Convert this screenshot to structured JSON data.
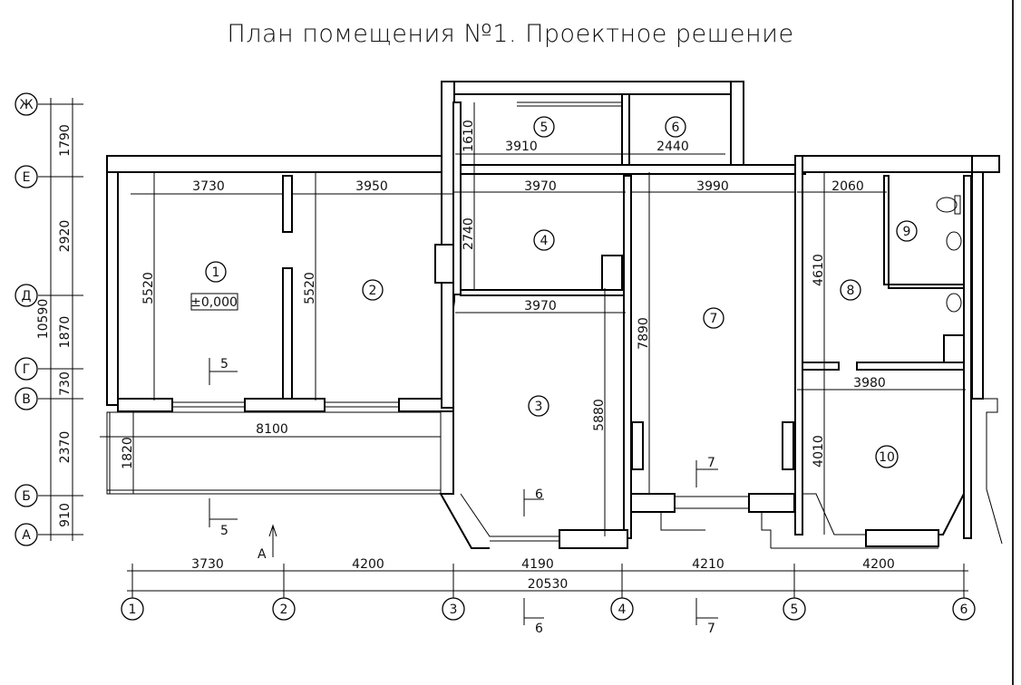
{
  "title": "План помещения №1.  Проектное решение",
  "rooms": [
    "1",
    "2",
    "3",
    "4",
    "5",
    "6",
    "7",
    "8",
    "9",
    "10"
  ],
  "level_mark": "±0,000",
  "room_dims": {
    "r1_w": "3730",
    "r1_h": "5520",
    "r2_w": "3950",
    "r2_h": "5520",
    "r5_w": "3910",
    "r56_h": "1610",
    "r6_w": "2440",
    "r4_w": "3970",
    "r4_h": "2740",
    "r3_w": "3970",
    "r3_h": "5880",
    "r7_w": "3990",
    "r7_h": "7890",
    "r8_w": "2060",
    "r8_h": "4610",
    "r10_w": "3980",
    "r10_h": "4010",
    "balcony_w": "8100",
    "balcony_h": "1820"
  },
  "axes_h": {
    "labels": [
      "1",
      "2",
      "3",
      "4",
      "5",
      "6"
    ],
    "dims": [
      "3730",
      "4200",
      "4190",
      "4210",
      "4200"
    ],
    "total": "20530"
  },
  "axes_v": {
    "labels": [
      "Ж",
      "Е",
      "Д",
      "Г",
      "В",
      "Б",
      "А"
    ],
    "dims": [
      "1790",
      "2920",
      "1870",
      "730",
      "2370",
      "910"
    ],
    "total": "10590"
  },
  "sections": {
    "s5": "5",
    "s6": "6",
    "s7": "7",
    "a": "А"
  }
}
